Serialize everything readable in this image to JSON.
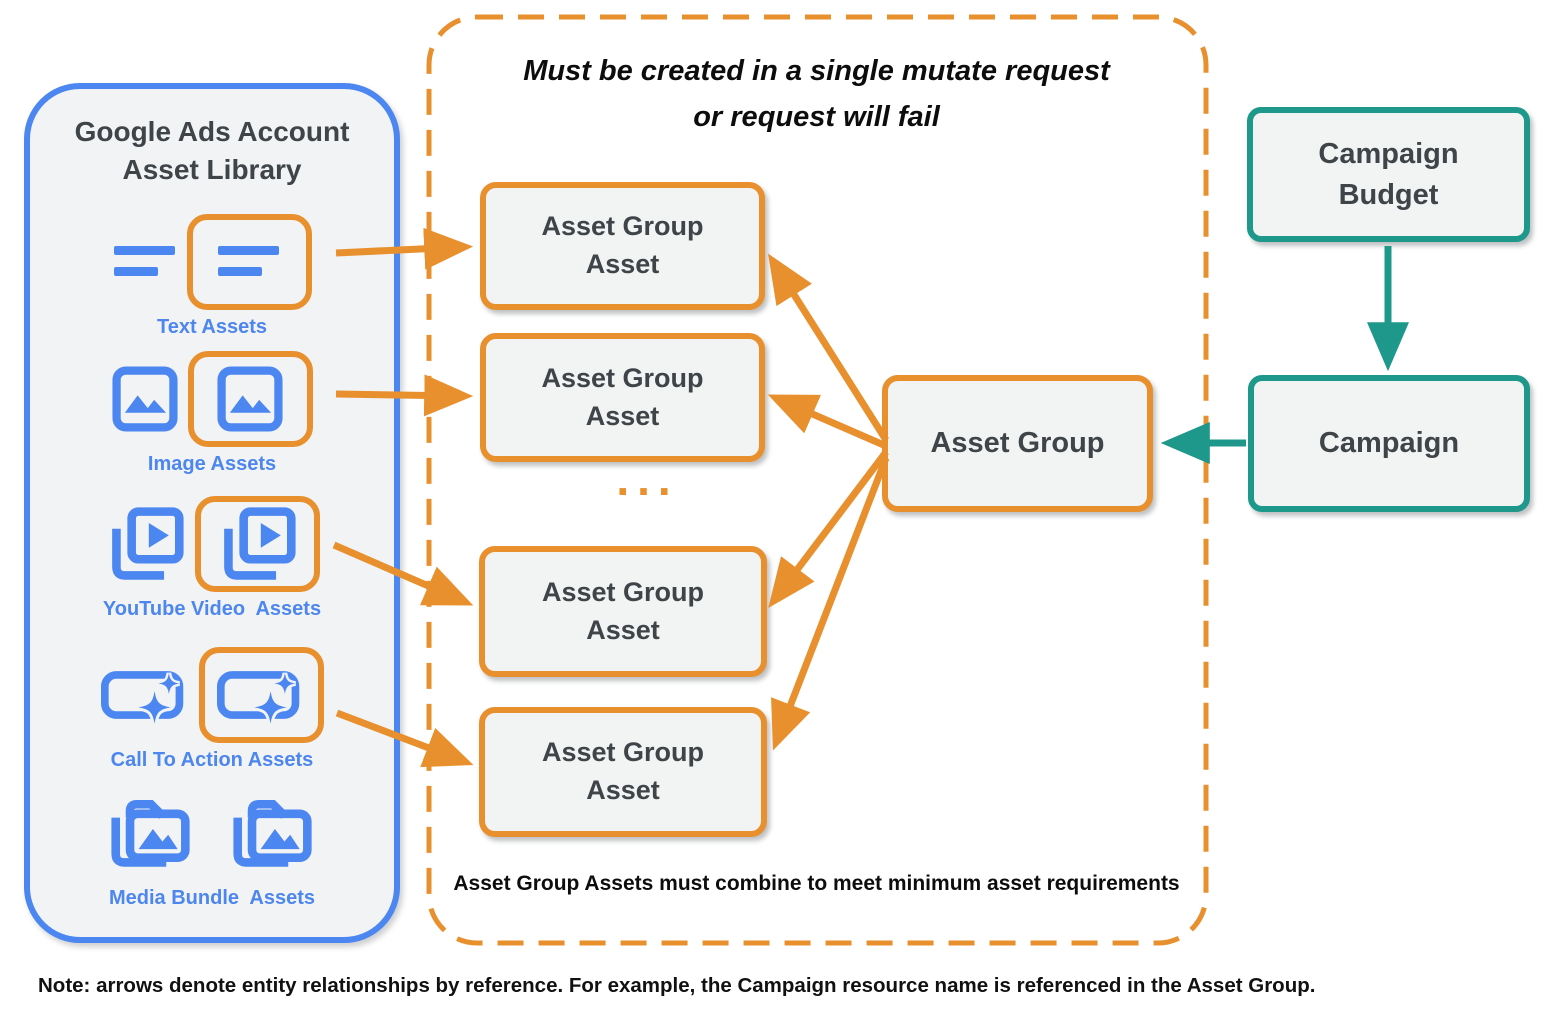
{
  "colors": {
    "orange": "#E8902E",
    "teal": "#1E988A",
    "blue": "#4C86F0",
    "blue_text": "#4D86EE",
    "panel_fill": "#F1F3F4",
    "box_fill": "#F2F3F3",
    "text_dark": "#3F4449"
  },
  "library": {
    "title": "Google Ads Account\nAsset Library",
    "items": [
      {
        "label": "Text Assets",
        "icon": "text-asset-icon",
        "highlighted": true
      },
      {
        "label": "Image Assets",
        "icon": "image-asset-icon",
        "highlighted": true
      },
      {
        "label": "YouTube Video  Assets",
        "icon": "youtube-video-asset-icon",
        "highlighted": true
      },
      {
        "label": "Call To Action Assets",
        "icon": "call-to-action-asset-icon",
        "highlighted": true
      },
      {
        "label": "Media Bundle  Assets",
        "icon": "media-bundle-asset-icon",
        "highlighted": false
      }
    ]
  },
  "mutate_group": {
    "title": "Must be created in a single mutate request\nor request will fail",
    "ellipsis": "...",
    "footnote": "Asset Group Assets must combine to meet minimum asset requirements",
    "asset_boxes": [
      {
        "label": "Asset Group\nAsset"
      },
      {
        "label": "Asset Group\nAsset"
      },
      {
        "label": "Asset Group\nAsset"
      },
      {
        "label": "Asset Group\nAsset"
      }
    ]
  },
  "entities": {
    "asset_group": {
      "label": "Asset Group"
    },
    "campaign": {
      "label": "Campaign"
    },
    "campaign_budget": {
      "label": "Campaign\nBudget"
    }
  },
  "note": "Note: arrows denote entity relationships by reference. For example, the Campaign resource name is referenced in the Asset Group."
}
